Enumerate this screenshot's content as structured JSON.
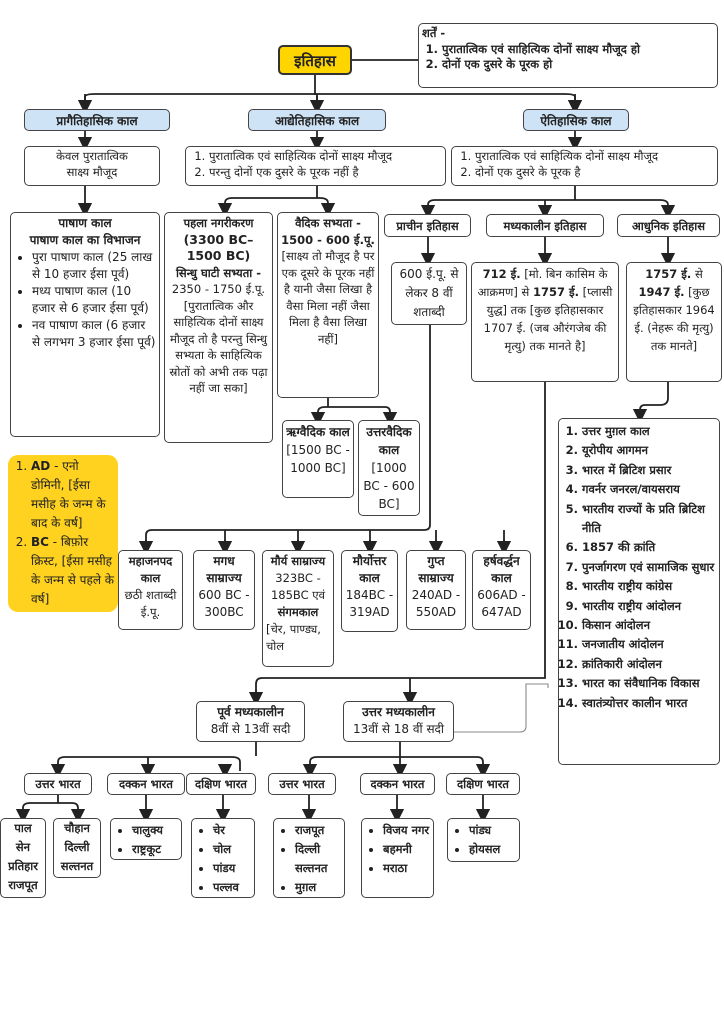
{
  "title": "इतिहास",
  "conditions": {
    "heading": "शर्तें -",
    "items": [
      "पुरातात्विक एवं साहित्यिक दोनों साक्ष्य मौजूद हो",
      "दोनों एक दुसरे के पूरक हो"
    ]
  },
  "periods": [
    {
      "label": "प्रागैतिहासिक काल",
      "desc": [
        "केवल पुरातात्विक",
        "साक्ष्य मौजूद"
      ]
    },
    {
      "label": "आद्येतिहासिक काल",
      "desc": [
        "पुरातात्विक एवं साहित्यिक दोनों साक्ष्य मौजूद",
        "परन्तु दोनों एक दुसरे के पूरक नहीं है"
      ]
    },
    {
      "label": "ऐतिहासिक काल",
      "desc": [
        "पुरातात्विक एवं साहित्यिक दोनों साक्ष्य मौजूद",
        "दोनों एक दुसरे के पूरक है"
      ]
    }
  ],
  "stone_age": {
    "title": "पाषाण काल",
    "subtitle": "पाषाण काल का विभाजन",
    "items": [
      "पुरा पाषाण काल (25 लाख से 10 हजार ईसा पूर्व)",
      "मध्य पाषाण काल (10 हजार से 6 हजार ईसा पूर्व)",
      "नव पाषाण काल (6 हजार से लगभग 3 हजार ईसा पूर्व)"
    ]
  },
  "first_urbanisation": {
    "title": "पहला नगरीकरण",
    "dates": "(3300 BC–1500 BC)",
    "indus": "सिन्धु घाटी सभ्यता -",
    "indus_dates": "2350 - 1750 ई.पू.",
    "note": "[पुरातात्विक और साहित्यिक दोनों साक्ष्य मौजूद तो है परन्तु सिन्धु सभ्यता के साहित्यिक स्रोतों को अभी तक पढ़ा नहीं जा सका]"
  },
  "vedic": {
    "title": "वैदिक सभ्यता - 1500 - 600 ई.पू.",
    "note": "[साक्ष्य तो मौजूद है पर एक दूसरे के पूरक नहीं है यानी जैसा लिखा है वैसा मिला नहीं जैसा मिला है वैसा लिखा नहीं]",
    "rig": {
      "title": "ऋग्वैदिक काल",
      "dates": "[1500 BC - 1000 BC]"
    },
    "later": {
      "title": "उत्तरवैदिक काल",
      "dates": "[1000 BC - 600 BC]"
    }
  },
  "historical": [
    {
      "label": "प्राचीन इतिहास",
      "desc": "600 ई.पू. से लेकर 8 वीं शताब्दी"
    },
    {
      "label": "मध्यकालीन इतिहास",
      "d1": "712 ई.",
      "d2": " [मो. बिन कासिम के आक्रमण] से ",
      "d3": "1757 ई.",
      "d4": " [प्लासी युद्ध] तक [कुछ इतिहासकार 1707 ई. (जब औरंगजेब की मृत्यु) तक मानते है]"
    },
    {
      "label": "आधुनिक इतिहास",
      "d1": "1757 ई.",
      "d2": " से ",
      "d3": "1947 ई.",
      "d4": " [कुछ इतिहासकार 1964 ई. (नेहरू की मृत्यु) तक मानते]"
    }
  ],
  "note": [
    {
      "k": "AD",
      "v": " - एनो डोमिनी, [ईसा मसीह के जन्म के बाद के वर्ष]"
    },
    {
      "k": "BC",
      "v": " - बिफ़ोर क्रिस्ट, [ईसा मसीह के जन्म से पहले के वर्ष]"
    }
  ],
  "dynasties": [
    {
      "t": "महाजनपद काल",
      "d": "छठी शताब्दी ई.पू."
    },
    {
      "t": "मगध साम्राज्य",
      "d": "600 BC - 300BC"
    },
    {
      "t": "मौर्य साम्राज्य",
      "d": "323BC - 185BC एवं",
      "t2": "संगमकाल",
      "d2": "[चेर, पाण्ड्य, चोल"
    },
    {
      "t": "मौर्योत्तर काल",
      "d": "184BC - 319AD"
    },
    {
      "t": "गुप्त साम्राज्य",
      "d": "240AD - 550AD"
    },
    {
      "t": "हर्षवर्द्धन काल",
      "d": "606AD - 647AD"
    }
  ],
  "modern_topics": [
    "उत्तर मुग़ल काल",
    "यूरोपीय आगमन",
    "भारत में ब्रिटिश प्रसार",
    "गवर्नर जनरल/वायसराय",
    "भारतीय राज्यों के प्रति ब्रिटिश नीति",
    "1857 की क्रांति",
    "पुनर्जागरण एवं सामाजिक सुधार",
    "भारतीय राष्ट्रीय कांग्रेस",
    "भारतीय राष्ट्रीय आंदोलन",
    "किसान आंदोलन",
    "जनजातीय आंदोलन",
    "क्रांतिकारी आंदोलन",
    "भारत का संवैधानिक विकास",
    "स्वातंत्र्योत्तर कालीन भारत"
  ],
  "medieval": [
    {
      "t": "पूर्व मध्यकालीन",
      "d": "8वीं से 13वीं सदी"
    },
    {
      "t": "उत्तर मध्यकालीन",
      "d": "13वीं से 18 वीं सदी"
    }
  ],
  "regions": [
    "उत्तर भारत",
    "दक्कन भारत",
    "दक्षिण भारत",
    "उत्तर भारत",
    "दक्कन भारत",
    "दक्षिण भारत"
  ],
  "leaves": {
    "early_north_a": [
      "पाल",
      "सेन",
      "प्रतिहार",
      "राजपूत"
    ],
    "early_north_b": [
      "चौहान",
      "दिल्ली",
      "सल्तनत"
    ],
    "early_deccan": [
      "चालुक्य",
      "राष्ट्रकूट"
    ],
    "early_south": [
      "चेर",
      "चोल",
      "पांडय",
      "पल्लव"
    ],
    "late_north": [
      "राजपूत",
      "दिल्ली सल्तनत",
      "मुग़ल"
    ],
    "late_deccan": [
      "विजय नगर",
      "बहमनी",
      "मराठा"
    ],
    "late_south": [
      "पांड्य",
      "होयसल"
    ]
  },
  "colors": {
    "title_bg": "#ffd500",
    "header_bg": "#cfe3f7",
    "note_bg": "#ffd21f"
  }
}
